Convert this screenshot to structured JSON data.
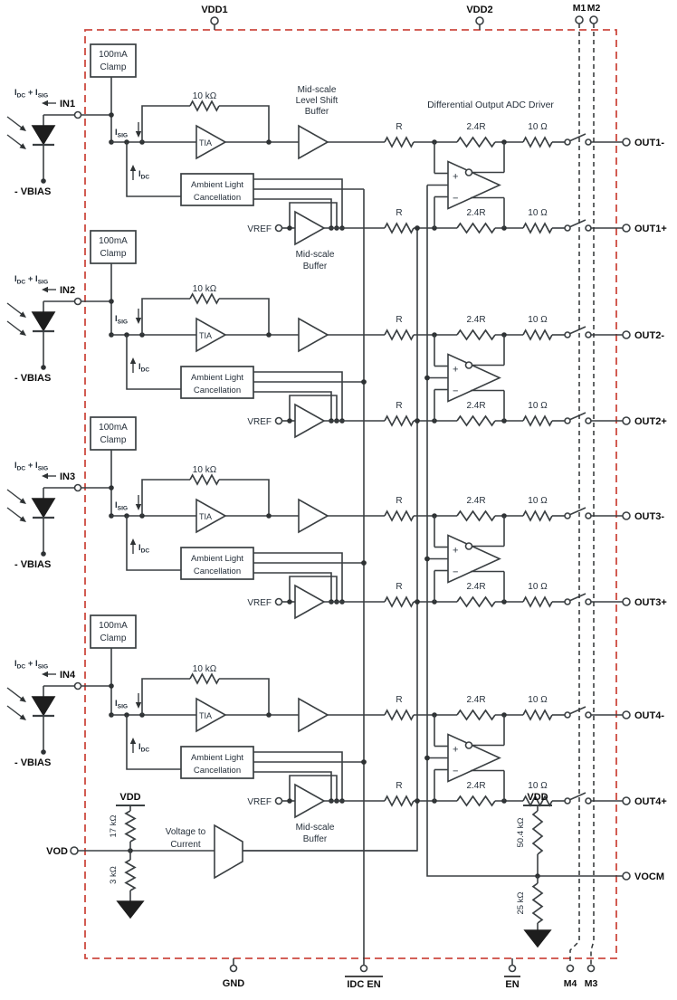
{
  "colors": {
    "border": "#cd4a40",
    "wire": "#3a3f42",
    "dash": "#2e3234",
    "text": "#26303b",
    "bold": "#0c0c0c"
  },
  "top_pins": {
    "vdd1": "VDD1",
    "vdd2": "VDD2",
    "m1": "M1",
    "m2": "M2"
  },
  "bottom_pins": {
    "gnd": "GND",
    "idc_en": "IDC EN",
    "en": "EN",
    "m4": "M4",
    "m3": "M3"
  },
  "side_pins": {
    "vod": "VOD",
    "vocm": "VOCM"
  },
  "header": "Differential Output ADC Driver",
  "clamp": {
    "l1": "100mA",
    "l2": "Clamp"
  },
  "alc": {
    "l1": "Ambient Light",
    "l2": "Cancellation"
  },
  "tia": "TIA",
  "fb_res": "10 kΩ",
  "photo": {
    "p1": "I",
    "s1": "DC",
    "p2": " + I",
    "s2": "SIG"
  },
  "isig": {
    "p1": "I",
    "s1": "SIG"
  },
  "idc": {
    "p1": "I",
    "s1": "DC"
  },
  "vbias": "- VBIAS",
  "vref": "VREF",
  "res_r": "R",
  "res_24r": "2.4R",
  "res_10": "10 Ω",
  "msls": {
    "l1": "Mid-scale",
    "l2": "Level Shift",
    "l3": "Buffer"
  },
  "msb": {
    "l1": "Mid-scale",
    "l2": "Buffer"
  },
  "v2c": {
    "l1": "Voltage to",
    "l2": "Current"
  },
  "vdd": "VDD",
  "r17": "17 kΩ",
  "r3": "3 kΩ",
  "r504": "50.4 kΩ",
  "r25": "25 kΩ",
  "channels": [
    {
      "name": "IN1",
      "out_minus": "OUT1-",
      "out_plus": "OUT1+"
    },
    {
      "name": "IN2",
      "out_minus": "OUT2-",
      "out_plus": "OUT2+"
    },
    {
      "name": "IN3",
      "out_minus": "OUT3-",
      "out_plus": "OUT3+"
    },
    {
      "name": "IN4",
      "out_minus": "OUT4-",
      "out_plus": "OUT4+"
    }
  ]
}
